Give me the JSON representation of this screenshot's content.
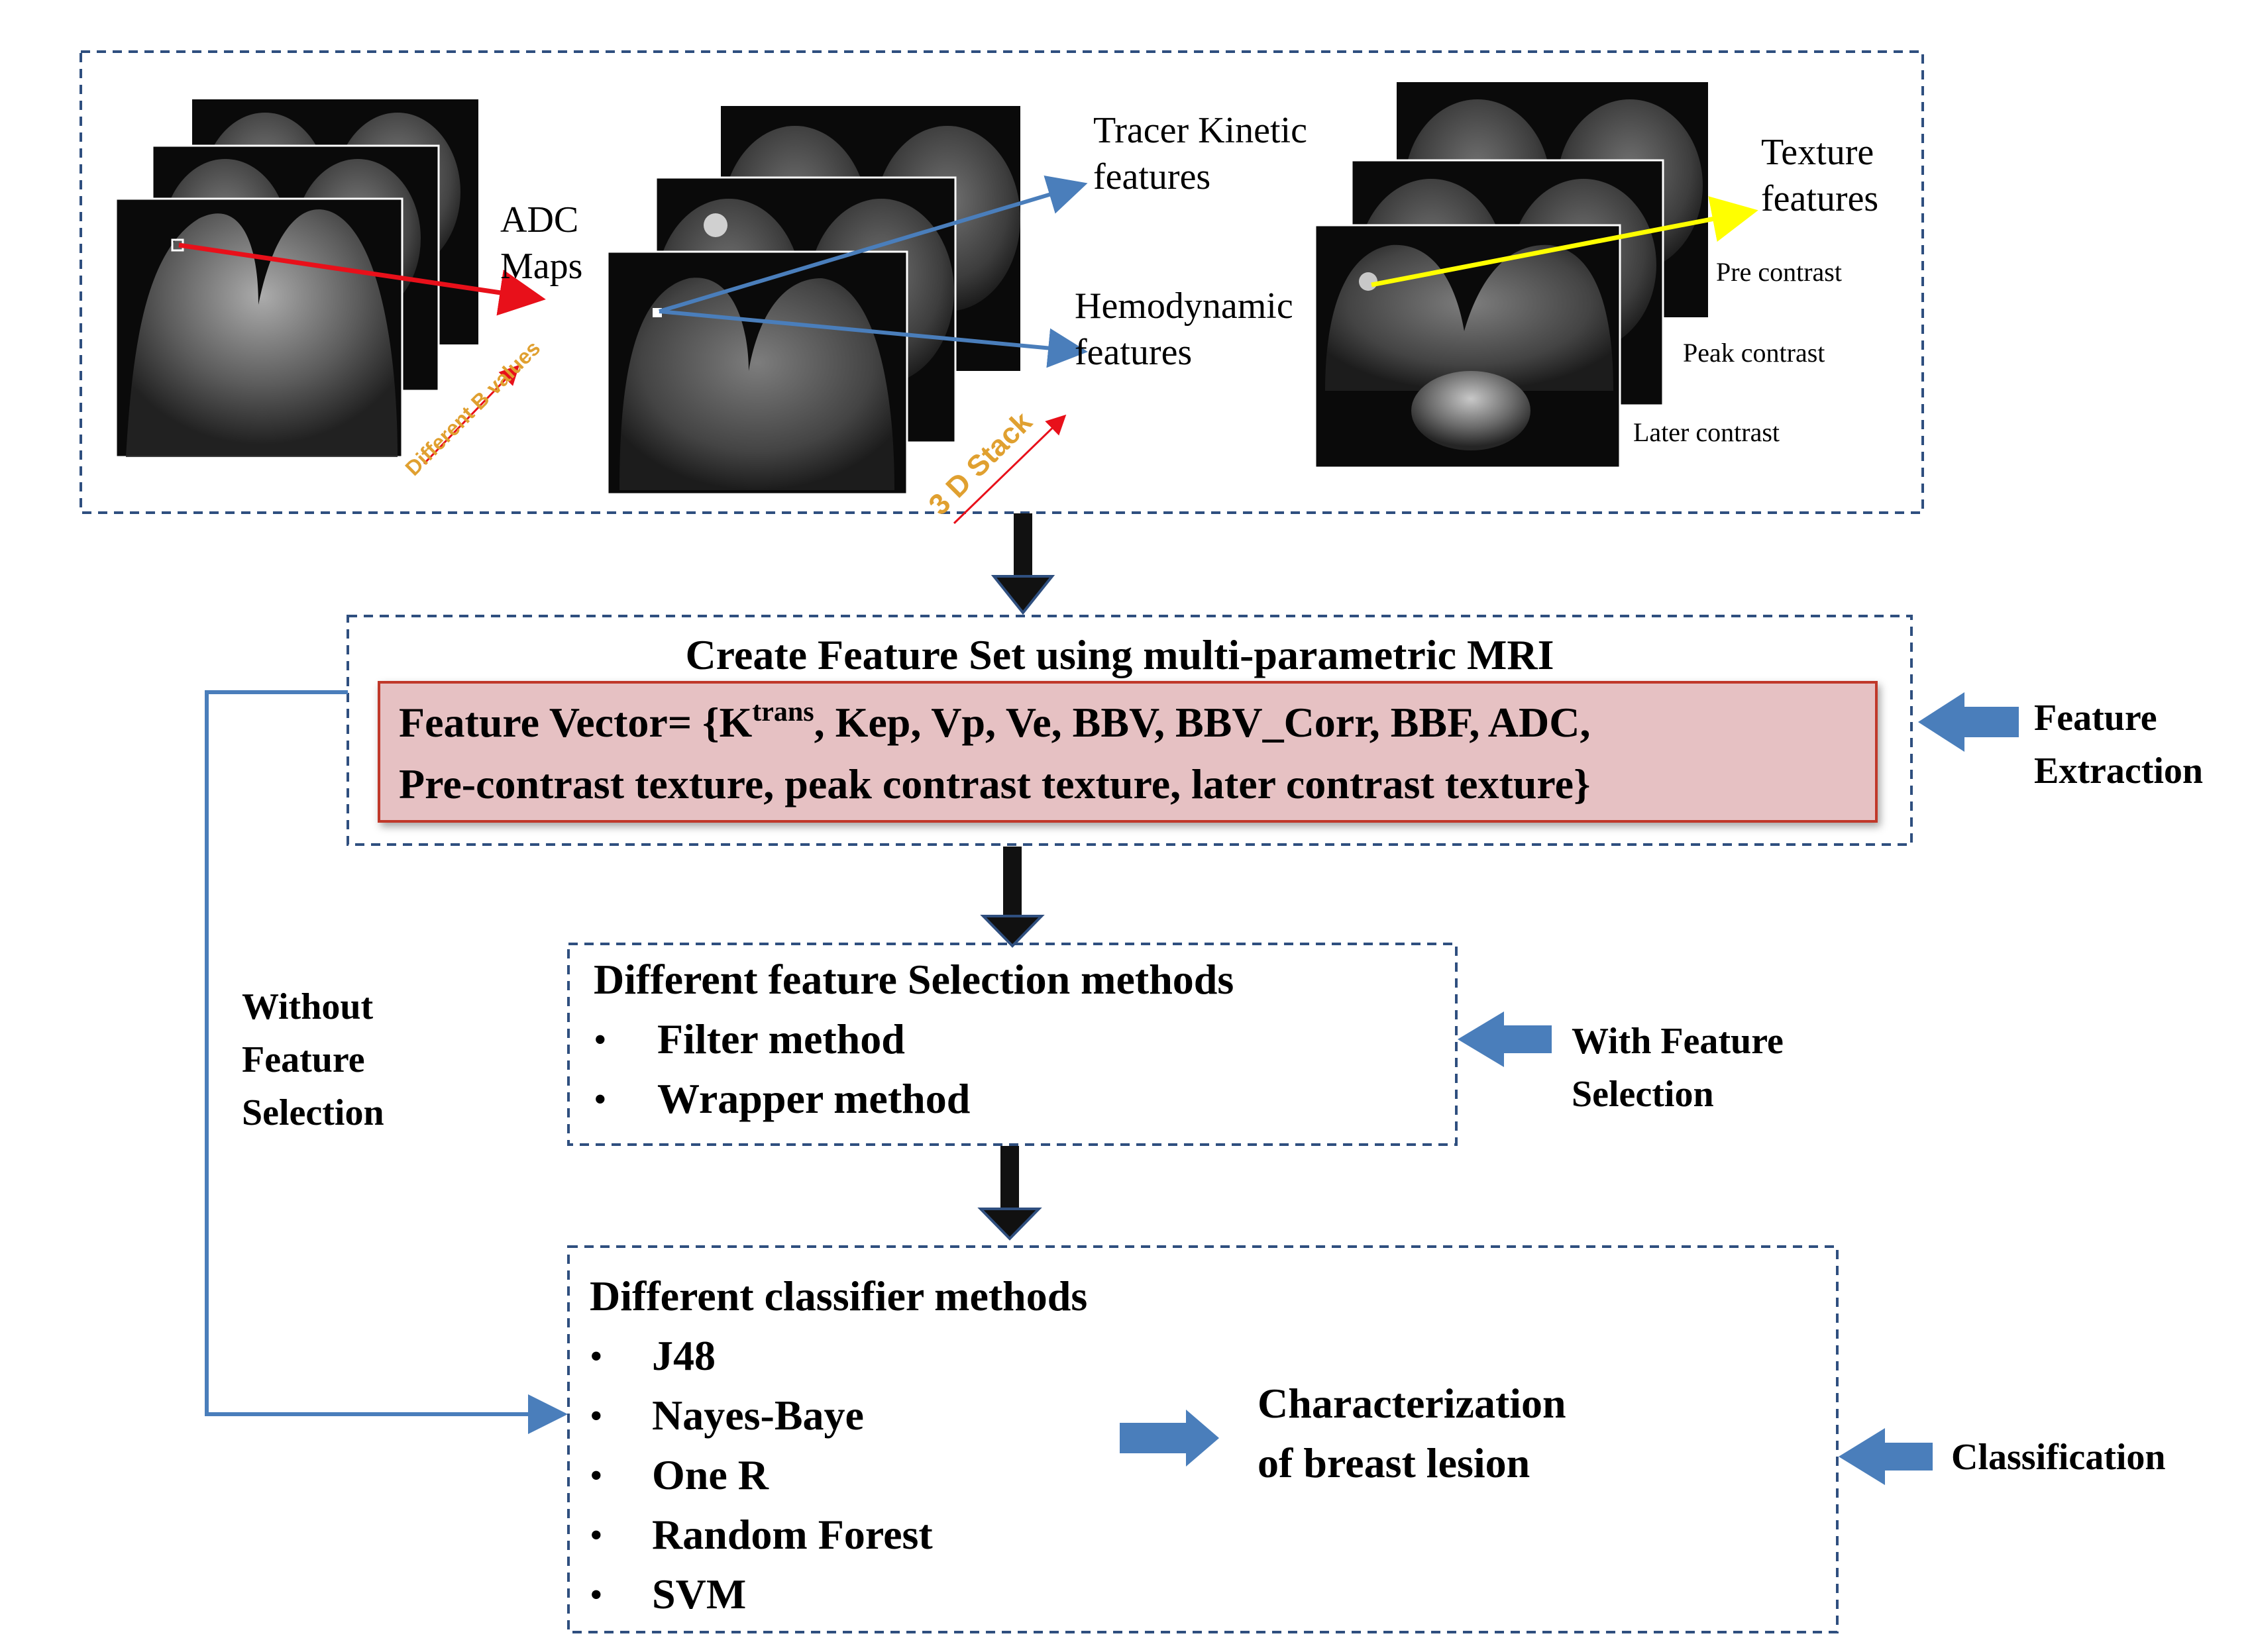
{
  "top_panel": {
    "adc_label_line1": "ADC",
    "adc_label_line2": "Maps",
    "b_values_label": "Different B values",
    "tracer_kinetic_line1": "Tracer Kinetic",
    "tracer_kinetic_line2": "features",
    "hemodynamic_line1": "Hemodynamic",
    "hemodynamic_line2": "features",
    "stack_label": "3 D Stack",
    "texture_line1": "Texture",
    "texture_line2": "features",
    "pre_contrast": "Pre contrast",
    "peak_contrast": "Peak contrast",
    "later_contrast": "Later contrast"
  },
  "feature_set": {
    "title": "Create Feature Set using multi-parametric MRI",
    "vector_prefix": "Feature Vector= {K",
    "vector_superscript": "trans",
    "vector_line1_rest": ", Kep, Vp, Ve, BBV, BBV_Corr, BBF, ADC,",
    "vector_line2": "Pre-contrast texture, peak contrast texture, later contrast texture}",
    "side_label_line1": "Feature",
    "side_label_line2": "Extraction"
  },
  "selection": {
    "title": "Different feature Selection methods",
    "items": [
      "Filter method",
      "Wrapper method"
    ],
    "side_label_line1": "With Feature",
    "side_label_line2": "Selection"
  },
  "without_selection": {
    "line1": "Without",
    "line2": "Feature",
    "line3": "Selection"
  },
  "classifier": {
    "title": "Different classifier methods",
    "items": [
      "J48",
      "Nayes-Baye",
      "One R",
      "Random Forest",
      "SVM"
    ],
    "result_line1": "Characterization",
    "result_line2": "of breast lesion",
    "side_label": "Classification"
  },
  "colors": {
    "dashed_border": "#2f4f7f",
    "feature_vector_fill": "#e6c1c3",
    "feature_vector_border": "#c0392b",
    "arrow_blue": "#4a7ebb",
    "adc_arrow": "#e8101a",
    "texture_arrow": "#ffff00",
    "stack_label": "#e0a030",
    "connector_line": "#4a7ebb"
  }
}
